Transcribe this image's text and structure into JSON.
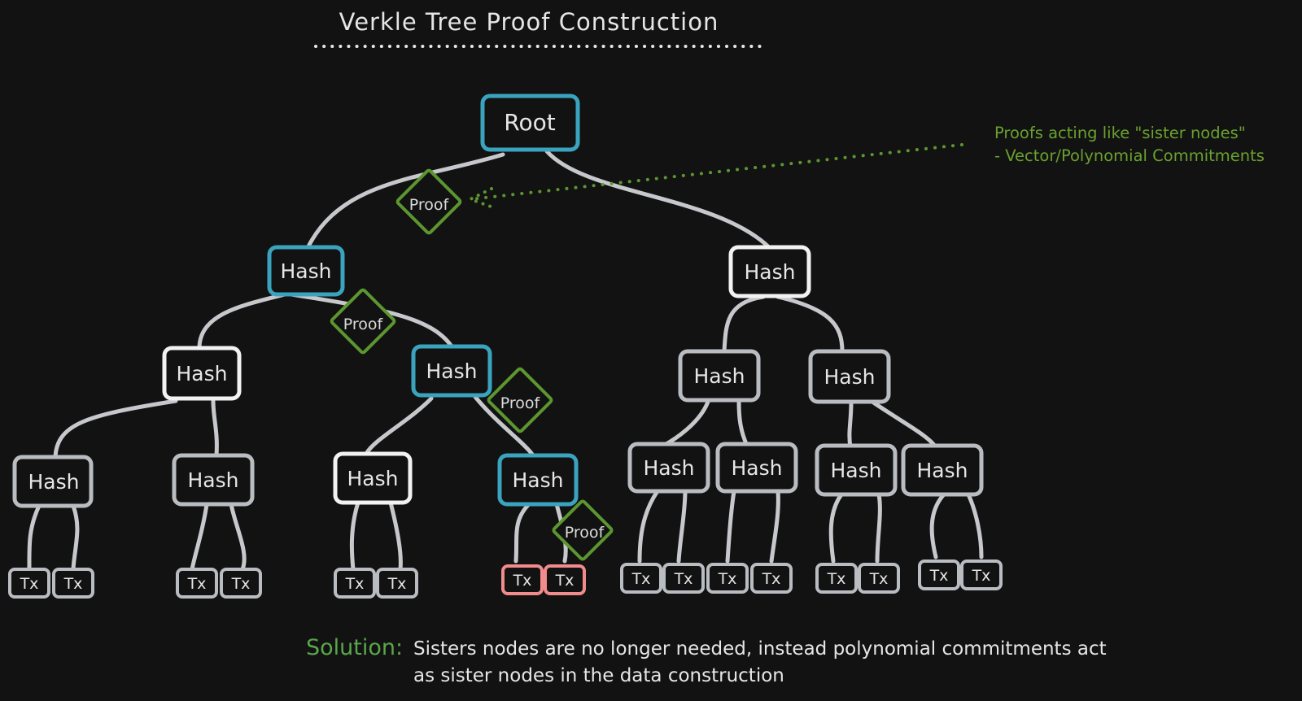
{
  "title": "Verkle Tree Proof Construction",
  "annotation": {
    "line1": "Proofs acting like \"sister nodes\"",
    "line2": "- Vector/Polynomial Commitments"
  },
  "solution": {
    "label": "Solution:",
    "line1": "Sisters nodes are no longer needed, instead polynomial commitments act",
    "line2": "as sister nodes in the data construction"
  },
  "colors": {
    "background": "#121212",
    "path_node": "#3aa3bd",
    "normal_node": "#b9bcc1",
    "sibling_node": "#f2f2f2",
    "proof": "#5c9630",
    "target_tx": "#f28b8b",
    "edge": "#c6c8cc"
  },
  "nodes": {
    "root": "Root",
    "hash": "Hash",
    "tx": "Tx",
    "proof": "Proof"
  }
}
